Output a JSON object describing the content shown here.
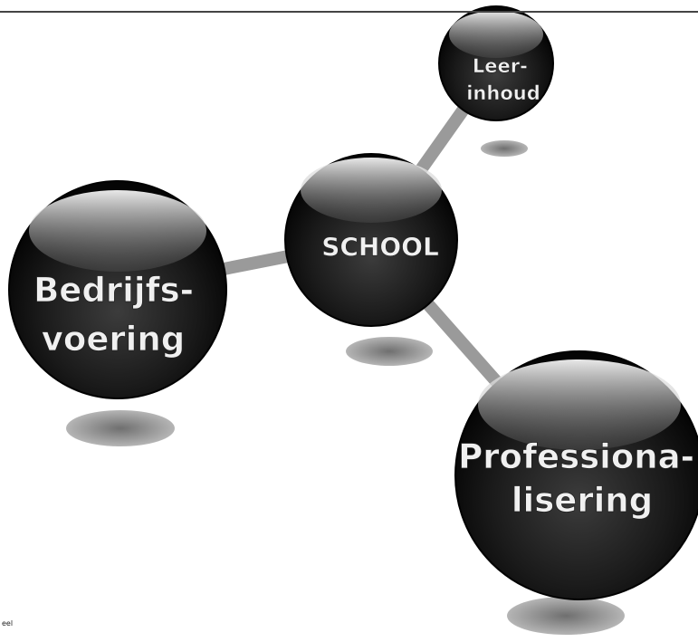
{
  "diagram": {
    "nodes": [
      {
        "id": "leer-inhoud",
        "lines": [
          "Leer-",
          "inhoud"
        ]
      },
      {
        "id": "school",
        "lines": [
          "SCHOOL"
        ]
      },
      {
        "id": "bedrijfsvoering",
        "lines": [
          "Bedrijfs-",
          "voering"
        ]
      },
      {
        "id": "professionalisering",
        "lines": [
          "Professiona-",
          "lisering"
        ]
      }
    ],
    "connections": [
      [
        "school",
        "leer-inhoud"
      ],
      [
        "school",
        "bedrijfsvoering"
      ],
      [
        "school",
        "professionalisering"
      ]
    ],
    "colors": {
      "sphere_dark": "#0a0a0a",
      "sphere_mid": "#3a3a3a",
      "highlight": "#d8d8d8",
      "text": "#f0f0f0",
      "connector": "#9a9a9a",
      "shadow": "#8f8f8f"
    }
  },
  "footer": {
    "fragment": "eel"
  }
}
